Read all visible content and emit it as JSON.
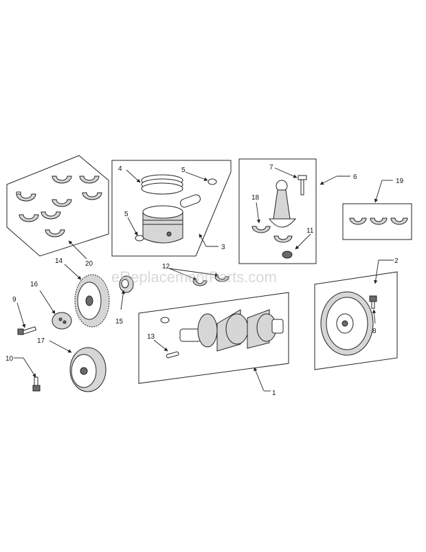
{
  "watermark": "eReplacementParts.com",
  "callouts": [
    "1",
    "2",
    "3",
    "4",
    "5",
    "5",
    "6",
    "7",
    "8",
    "9",
    "10",
    "11",
    "12",
    "13",
    "14",
    "15",
    "16",
    "17",
    "18",
    "19",
    "20"
  ]
}
